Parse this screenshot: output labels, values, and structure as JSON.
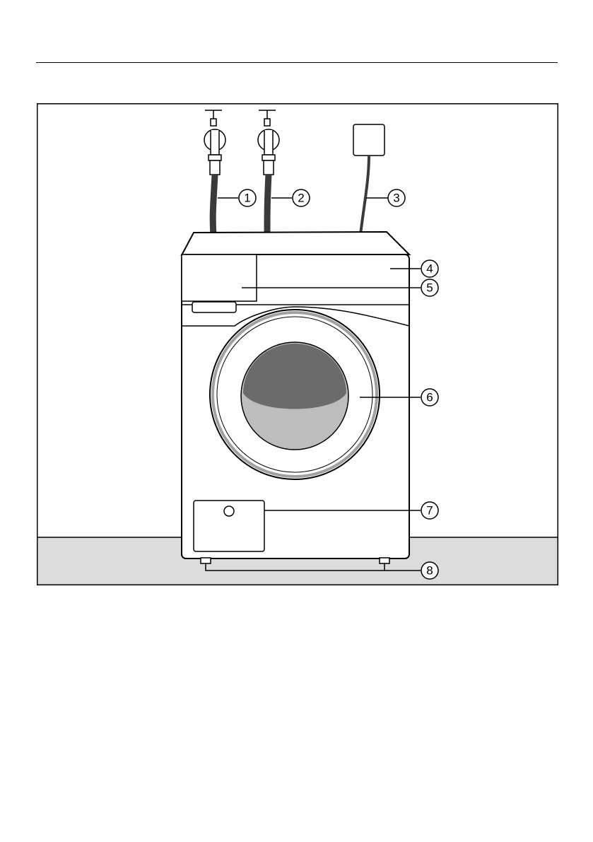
{
  "figure": {
    "description_callouts": [
      "1",
      "2",
      "3",
      "4",
      "5",
      "6",
      "7",
      "8"
    ],
    "colors": {
      "frame": "#000000",
      "floor": "#dcdcdc",
      "appliance_fill": "#ffffff",
      "drum_glass": "#6b6b6b",
      "drum_lower": "#bdbdbd",
      "door_ring": "#a0a0a0",
      "hose": "#3a3a3a"
    }
  }
}
